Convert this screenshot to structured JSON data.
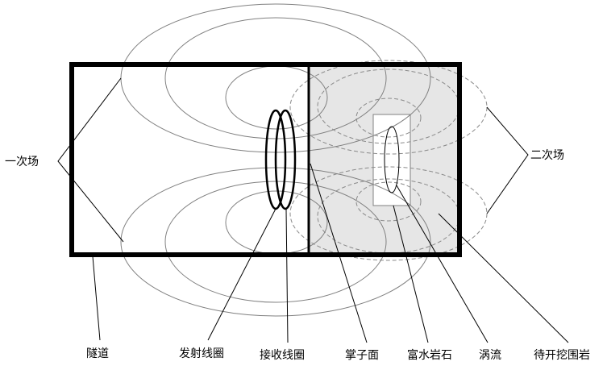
{
  "labels": {
    "primary_field": "一次场",
    "secondary_field": "二次场",
    "tunnel": "隧道",
    "transmit_coil": "发射线圈",
    "receive_coil": "接收线圈",
    "tunnel_face": "掌子面",
    "water_rich_rock": "富水岩石",
    "eddy_current": "涡流",
    "rock_to_excavate": "待开挖围岩"
  },
  "colors": {
    "outline": "#000000",
    "field_line": "#808080",
    "secondary_field_line": "#8a8a8a",
    "unexcavated_fill": "#e6e6e6",
    "water_rock_fill": "#ffffff"
  }
}
